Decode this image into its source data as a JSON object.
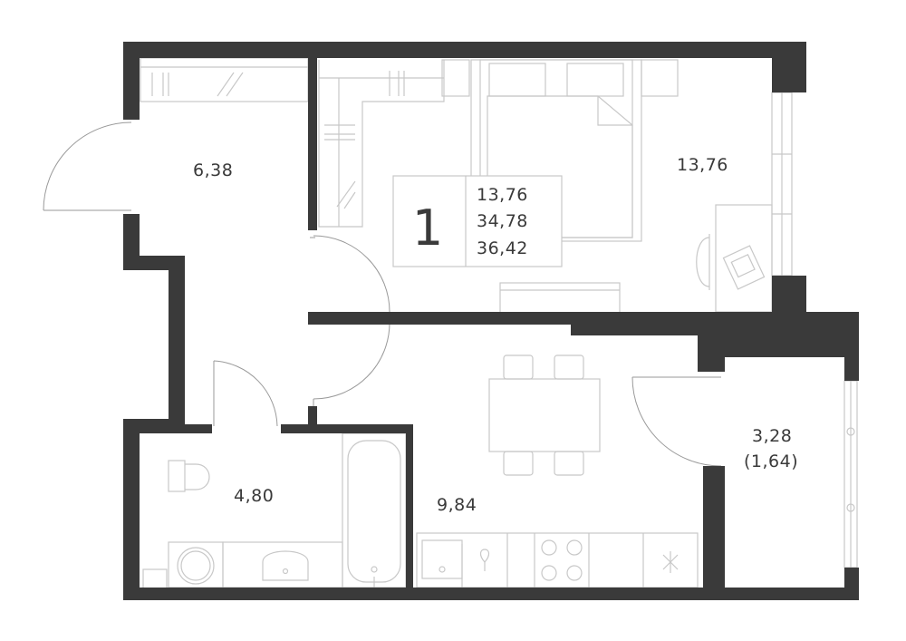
{
  "apartment": {
    "rooms_count": "1",
    "areas": {
      "living": "13,76",
      "total": "34,78",
      "total_with_balcony": "36,42"
    }
  },
  "rooms": {
    "hallway": "6,38",
    "bedroom": "13,76",
    "bathroom": "4,80",
    "kitchen": "9,84",
    "balcony": "3,28",
    "balcony_reduced": "(1,64)"
  },
  "colors": {
    "wall": "#3a3a3a",
    "furniture": "#c8c8c8",
    "background": "#ffffff"
  }
}
